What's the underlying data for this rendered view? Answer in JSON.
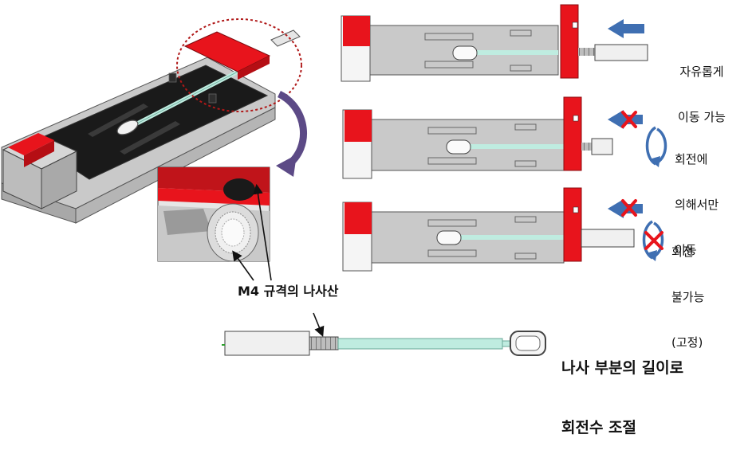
{
  "labels": {
    "row1": [
      "자유롭게",
      "이동 가능"
    ],
    "row2": [
      "회전에",
      "의해서만",
      "이동"
    ],
    "row3": [
      "회전",
      "불가능",
      "(고정)"
    ],
    "thread_callout": "M4 규격의 나사산",
    "bottom": [
      "나사 부분의 길이로",
      "회전수 조절"
    ]
  },
  "colors": {
    "red": "#e8141c",
    "gray": "#c9c9c9",
    "dark": "#1a1a1a",
    "rod": "#bfece0",
    "arrow_blue": "#3f6fb2",
    "purple": "#5c4a86",
    "dotted_circle": "#b01818"
  }
}
